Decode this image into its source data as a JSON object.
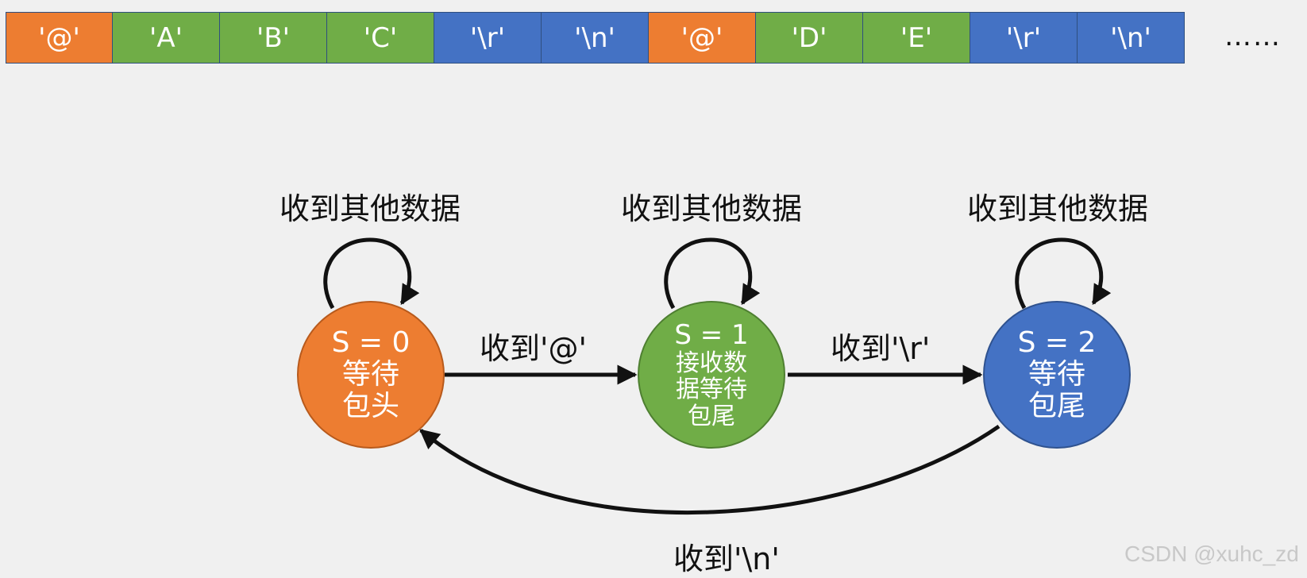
{
  "byte_stream": {
    "cells": [
      {
        "label": "'@'",
        "color": "#ed7d31"
      },
      {
        "label": "'A'",
        "color": "#70ad47"
      },
      {
        "label": "'B'",
        "color": "#70ad47"
      },
      {
        "label": "'C'",
        "color": "#70ad47"
      },
      {
        "label": "'\\r'",
        "color": "#4472c4"
      },
      {
        "label": "'\\n'",
        "color": "#4472c4"
      },
      {
        "label": "'@'",
        "color": "#ed7d31"
      },
      {
        "label": "'D'",
        "color": "#70ad47"
      },
      {
        "label": "'E'",
        "color": "#70ad47"
      },
      {
        "label": "'\\r'",
        "color": "#4472c4"
      },
      {
        "label": "'\\n'",
        "color": "#4472c4"
      }
    ],
    "ellipsis": "……"
  },
  "states": [
    {
      "title": "S = 0",
      "desc_lines": [
        "等待",
        "包头"
      ],
      "color": "#ed7d31",
      "border": "#b85a1c"
    },
    {
      "title": "S = 1",
      "desc_lines": [
        "接收数",
        "据等待",
        "包尾"
      ],
      "color": "#70ad47",
      "border": "#4e7f31"
    },
    {
      "title": "S = 2",
      "desc_lines": [
        "等待",
        "包尾"
      ],
      "color": "#4472c4",
      "border": "#2f528f"
    }
  ],
  "transitions": {
    "self_loop_label": "收到其他数据",
    "s0_to_s1": "收到'@'",
    "s1_to_s2": "收到'\\r'",
    "s2_to_s0": "收到'\\n'"
  },
  "watermark": "CSDN @xuhc_zd"
}
